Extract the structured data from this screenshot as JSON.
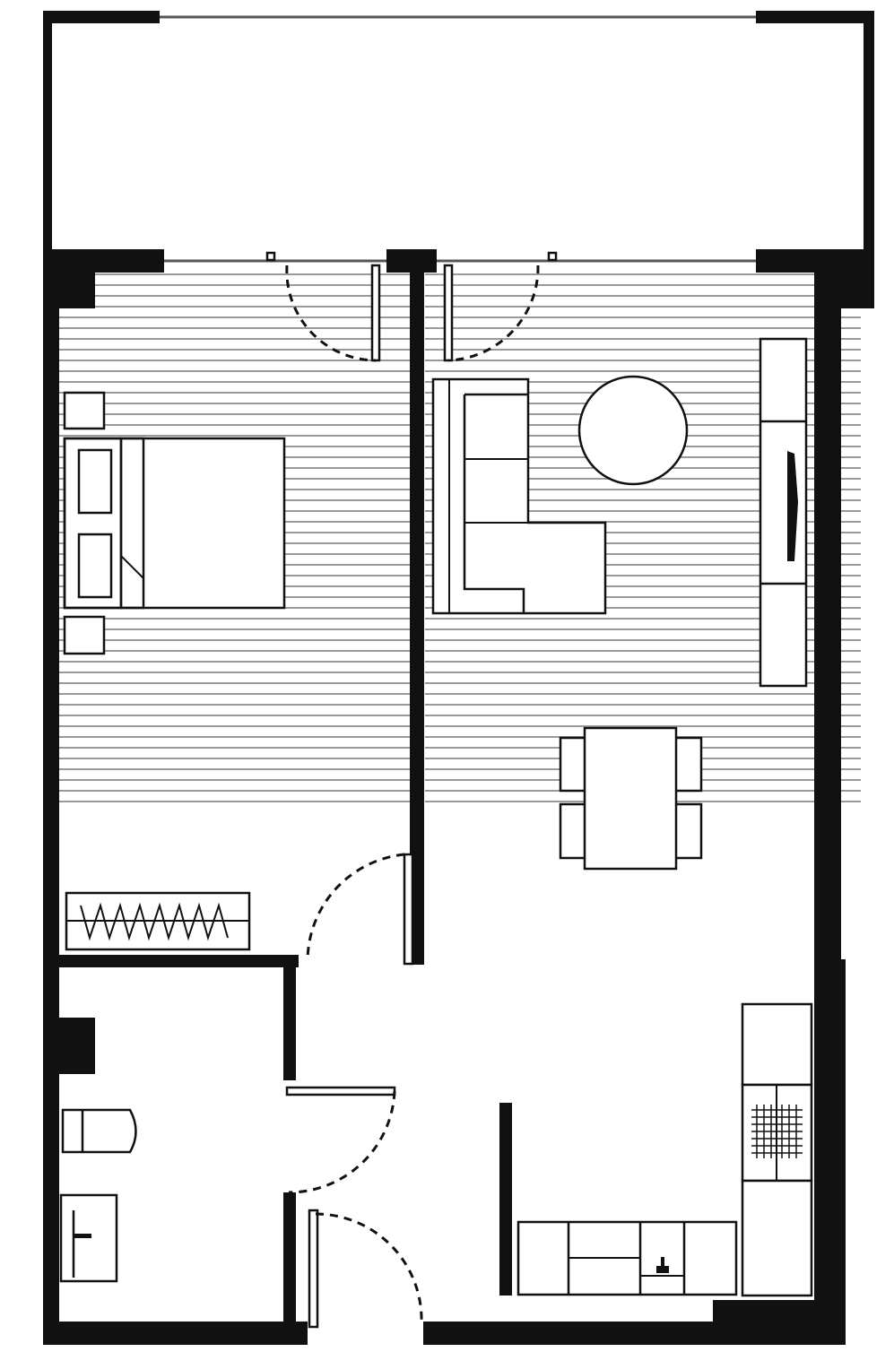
{
  "plan": {
    "type": "floor-plan",
    "colors": {
      "wall": "#111111",
      "floor_hatch": "#9a9a9a",
      "background": "#ffffff"
    },
    "rooms": [
      "balcony",
      "bedroom",
      "living-dining",
      "bathroom",
      "hallway",
      "kitchen"
    ],
    "furniture": [
      "double-bed",
      "nightstand",
      "nightstand",
      "wardrobe",
      "sofa",
      "round-coffee-table",
      "tv-unit",
      "dining-table",
      "dining-chair",
      "dining-chair",
      "dining-chair",
      "dining-chair",
      "toilet",
      "vanity-sink",
      "fridge",
      "cooktop",
      "kitchen-counter",
      "kitchen-sink"
    ],
    "doors": [
      "bedroom-balcony-door",
      "living-balcony-door",
      "bedroom-door",
      "bathroom-door",
      "entrance-door"
    ]
  }
}
